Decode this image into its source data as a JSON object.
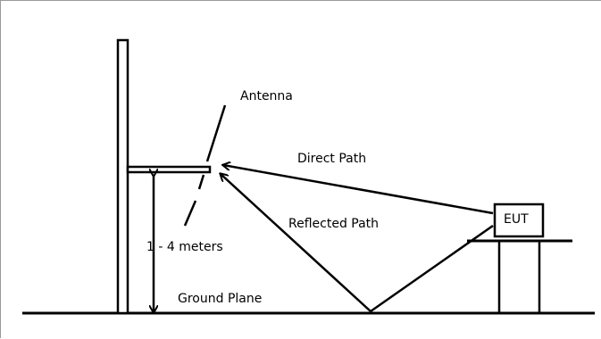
{
  "labels": {
    "antenna": "Antenna",
    "direct_path": "Direct Path",
    "reflected_path": "Reflected Path",
    "height": "1 - 4 meters",
    "ground_plane": "Ground Plane",
    "eut": "EUT"
  },
  "colors": {
    "line": "#000000",
    "background": "#ffffff",
    "frame_border": "#9a9a9a"
  }
}
